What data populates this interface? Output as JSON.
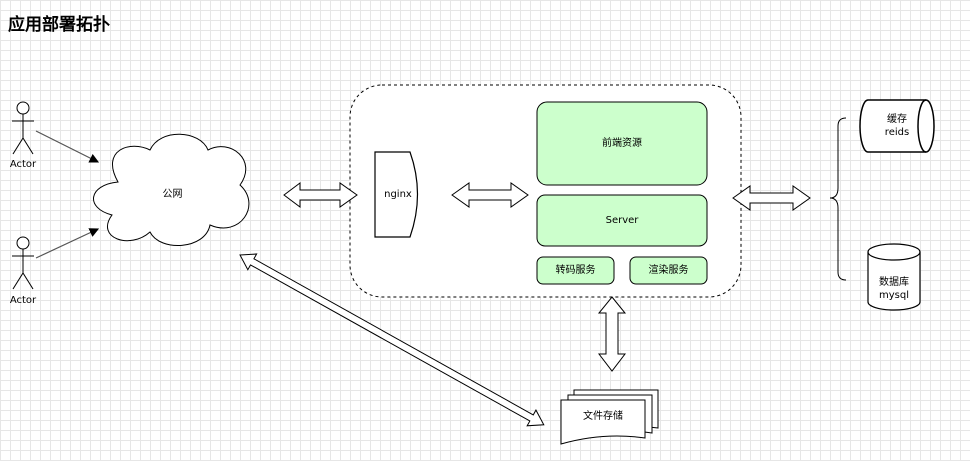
{
  "title": "应用部署拓扑",
  "actors": [
    {
      "label": "Actor"
    },
    {
      "label": "Actor"
    }
  ],
  "cloud": {
    "label": "公网"
  },
  "nginx": {
    "label": "nginx"
  },
  "frontend": {
    "label": "前端资源"
  },
  "server": {
    "label": "Server"
  },
  "transcode": {
    "label": "转码服务"
  },
  "render": {
    "label": "渲染服务"
  },
  "cache": {
    "line1": "缓存",
    "line2": "reids"
  },
  "database": {
    "line1": "数据库",
    "line2": "mysql"
  },
  "file_storage": {
    "label": "文件存储"
  },
  "colors": {
    "node_fill": "#ccffcc",
    "stroke": "#000000",
    "arrow": "#555555"
  }
}
